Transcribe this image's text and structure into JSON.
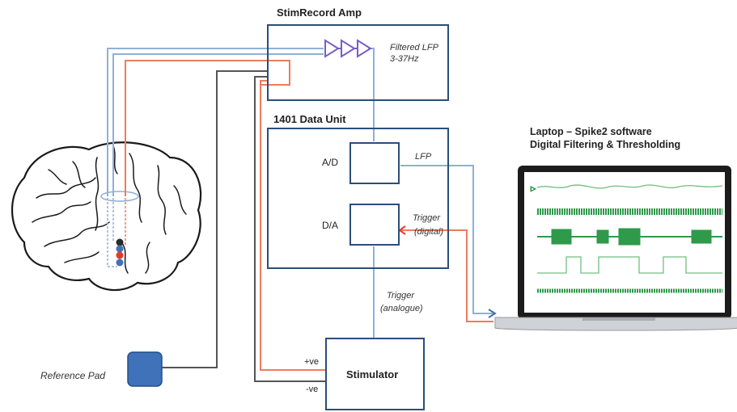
{
  "colors": {
    "box_border": "#2a4e7a",
    "lfp_wire": "#8fb0d8",
    "red_wire": "#ef7b5a",
    "ground_wire": "#555555",
    "amp_symbol": "#7a5cc8",
    "trace_green": "#2e9a4a",
    "reference_pad": "#3f72b8"
  },
  "amp": {
    "title": "StimRecord Amp",
    "filter_label_line1": "Filtered LFP",
    "filter_label_line2": "3-37Hz"
  },
  "data_unit": {
    "title": "1401 Data Unit",
    "ad_label": "A/D",
    "da_label": "D/A"
  },
  "signals": {
    "lfp": "LFP",
    "trigger_digital_line1": "Trigger",
    "trigger_digital_line2": "(digital)",
    "trigger_analogue_line1": "Trigger",
    "trigger_analogue_line2": "(analogue)"
  },
  "laptop": {
    "title_line1": "Laptop – Spike2 software",
    "title_line2": "Digital Filtering & Thresholding"
  },
  "stimulator": {
    "label": "Stimulator",
    "pos": "+ve",
    "neg": "-ve"
  },
  "reference_pad": {
    "label": "Reference Pad"
  }
}
